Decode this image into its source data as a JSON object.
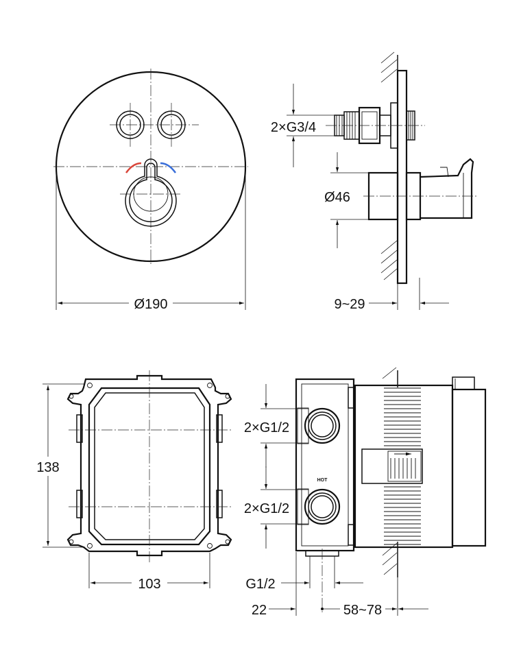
{
  "dimensions": {
    "plate_diameter": "Ø190",
    "outlet_thread": "2×G3/4",
    "handle_diameter": "Ø46",
    "wall_depth": "9~29",
    "box_height": "138",
    "box_width": "103",
    "inlet_thread_top": "2×G1/2",
    "inlet_thread_bottom": "2×G1/2",
    "bottom_thread": "G1/2",
    "offset": "22",
    "install_depth": "58~78"
  },
  "labels": {
    "hot": "HOT"
  },
  "colors": {
    "line": "#111111",
    "hot_mark": "#d9463a",
    "cold_mark": "#3a6fd9"
  }
}
